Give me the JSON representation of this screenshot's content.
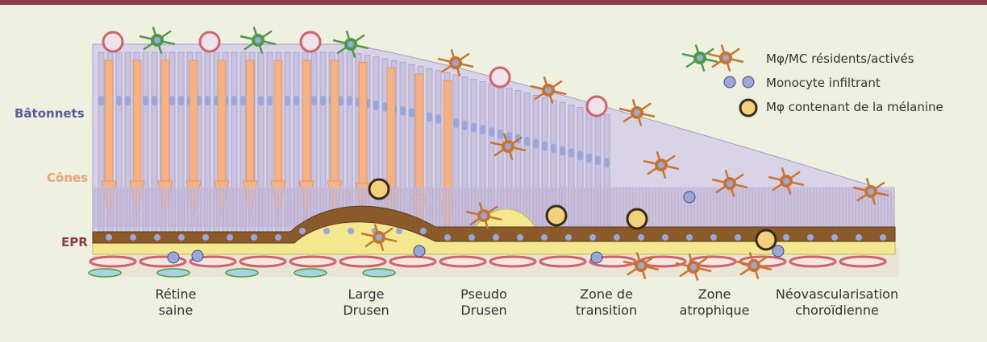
{
  "side_labels": {
    "rods": "Bâtonnets",
    "cones": "Cônes",
    "rpe": "EPR"
  },
  "zones": [
    {
      "line1": "Rétine",
      "line2": "saine"
    },
    {
      "line1": "Large",
      "line2": "Drusen"
    },
    {
      "line1": "Pseudo",
      "line2": "Drusen"
    },
    {
      "line1": "Zone de",
      "line2": "transition"
    },
    {
      "line1": "Zone",
      "line2": "atrophique"
    },
    {
      "line1": "Néovascularisation",
      "line2": "choroïdienne"
    }
  ],
  "legend": {
    "resident": "Mφ/MC résidents/activés",
    "monocyte": "Monocyte infiltrant",
    "melanin": "Mφ contenant de la mélanine"
  },
  "colors": {
    "top_bar": "#8c3a48",
    "rods_label": "#5a5a9e",
    "cones_label": "#f0a070",
    "rpe_label": "#8c3a48",
    "drusen": "#f3e890",
    "rpe_layer": "#8b5a2b",
    "vessel_outer": "#d2616e",
    "microglia_green": "#4e9a45",
    "activated_orange": "#f5a623",
    "cell_body_blue": "#9aa7d8",
    "cone_orange": "#f4b283",
    "rod_purple": "#c9c3e0"
  },
  "icons": [
    "microglia-icon",
    "activated-macrophage-icon",
    "monocyte-icon",
    "melanin-macrophage-icon",
    "vessel-icon"
  ]
}
